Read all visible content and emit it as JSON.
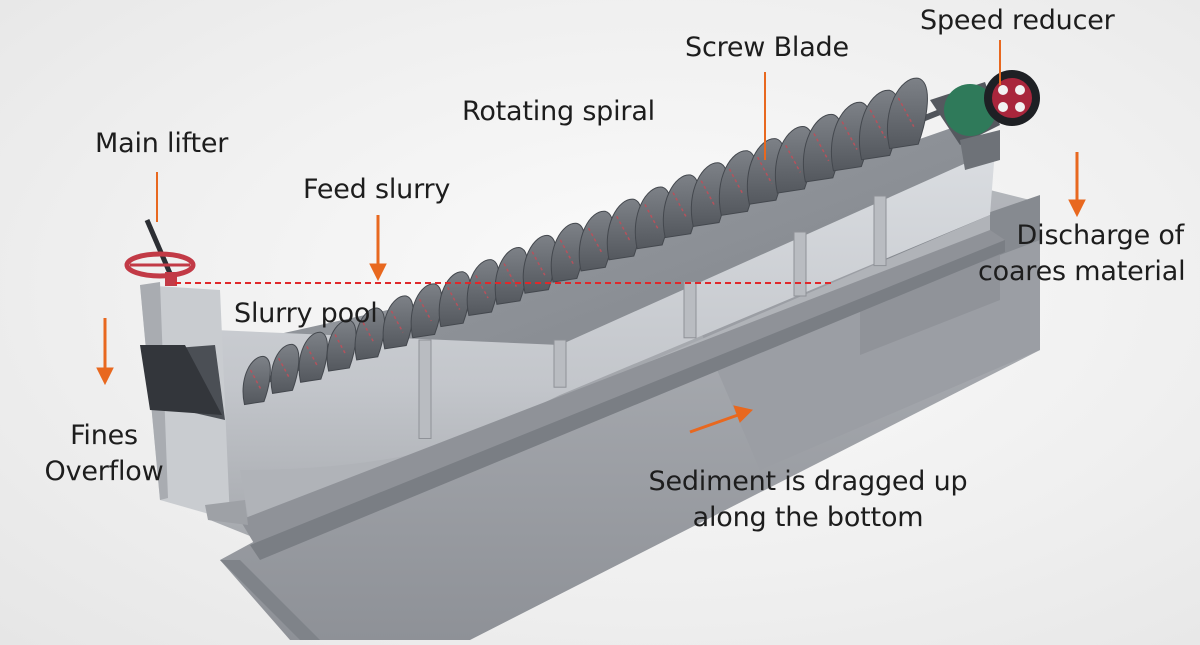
{
  "labels": {
    "speed_reducer": "Speed reducer",
    "screw_blade": "Screw Blade",
    "rotating_spiral": "Rotating spiral",
    "main_lifter": "Main lifter",
    "feed_slurry": "Feed slurry",
    "slurry_pool": "Slurry pool",
    "discharge": [
      "Discharge of",
      "coares material"
    ],
    "fines_overflow": [
      "Fines",
      "Overflow"
    ],
    "sediment": [
      "Sediment is dragged up",
      "along the bottom"
    ]
  },
  "colors": {
    "arrow": "#e8681f",
    "waterline": "#e0282a",
    "steel_light": "#c6c9ce",
    "steel_mid": "#a4a8ae",
    "steel_dark": "#6e7278",
    "blade": "#6a6e74",
    "blade_accent": "#b5525c",
    "hand_wheel": "#c23a46",
    "reducer_green": "#2f7a5a",
    "motor_red": "#a9263c"
  }
}
